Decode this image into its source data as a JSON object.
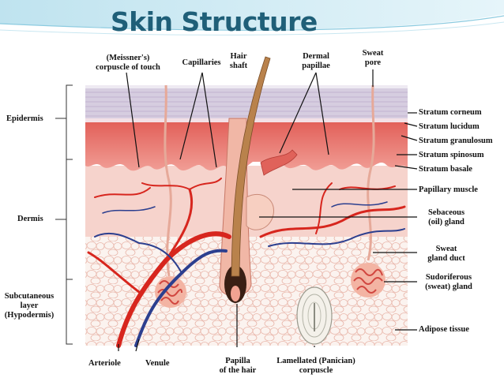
{
  "title": "Skin Structure",
  "left_labels": {
    "epidermis": "Epidermis",
    "dermis": "Dermis",
    "subcutaneous_1": "Subcutaneous",
    "subcutaneous_2": "layer",
    "subcutaneous_3": "(Hypodermis)"
  },
  "top_labels": {
    "meissner_1": "(Meissner's)",
    "meissner_2": "corpuscle of touch",
    "capillaries": "Capillaries",
    "hair_1": "Hair",
    "hair_2": "shaft",
    "dermal_1": "Dermal",
    "dermal_2": "papillae",
    "sweat_pore_1": "Sweat",
    "sweat_pore_2": "pore"
  },
  "right_labels": {
    "stratum_corneum": "Stratum corneum",
    "stratum_lucidum": "Stratum lucidum",
    "stratum_granulosum": "Stratum granulosum",
    "stratum_spinosum": "Stratum spinosum",
    "stratum_basale": "Stratum basale",
    "papillary_muscle": "Papillary muscle",
    "sebaceous_1": "Sebaceous",
    "sebaceous_2": "(oil) gland",
    "sweat_duct_1": "Sweat",
    "sweat_duct_2": "gland duct",
    "sudoriferous_1": "Sudoriferous",
    "sudoriferous_2": "(sweat) gland",
    "adipose": "Adipose tissue"
  },
  "bottom_labels": {
    "arteriole": "Arteriole",
    "venule": "Venule",
    "papilla_1": "Papilla",
    "papilla_2": "of the hair",
    "lamellated_1": "Lamellated (Panician)",
    "lamellated_2": "corpuscle"
  },
  "colors": {
    "title": "#1f5f78",
    "corneum": "#cfc6d8",
    "epidermis": "#d9534f",
    "dermis": "#f6d3cc",
    "adipose": "#fbf3ef",
    "artery": "#d7261e",
    "vein": "#2c3f8f"
  }
}
